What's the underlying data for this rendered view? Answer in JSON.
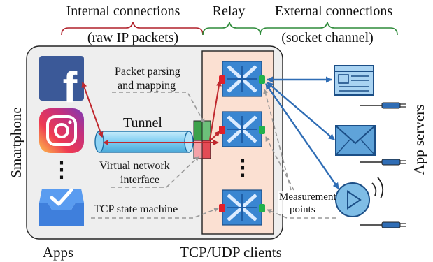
{
  "headers": {
    "internal_line1": "Internal connections",
    "internal_line2": "(raw IP packets)",
    "relay": "Relay",
    "external_line1": "External connections",
    "external_line2": "(socket channel)"
  },
  "side_labels": {
    "left": "Smartphone",
    "right": "App servers"
  },
  "bottom_labels": {
    "apps": "Apps",
    "clients": "TCP/UDP clients"
  },
  "annotations": {
    "packet_parsing_line1": "Packet parsing",
    "packet_parsing_line2": "and mapping",
    "tunnel": "Tunnel",
    "vni_line1": "Virtual network",
    "vni_line2": "interface",
    "tcp_state_machine": "TCP state machine",
    "measurement_line1": "Measurement",
    "measurement_line2": "points"
  },
  "ellipsis": "⋮",
  "apps": [
    {
      "name": "facebook",
      "glyph": "f"
    },
    {
      "name": "instagram",
      "glyph": ""
    },
    {
      "name": "inbox",
      "glyph": ""
    }
  ],
  "colors": {
    "internal_brace": "#b0202a",
    "relay_brace": "#2e8b3a",
    "external_brace": "#2e8b3a",
    "internal_arrow": "#c0282e",
    "external_arrow": "#2f6db5",
    "relay_bg": "#fbe0d2",
    "phone_bg": "#eeeeee",
    "tunnel_fill": "#8fd3f4",
    "tunnel_green": "#3ca14a",
    "tunnel_red": "#e34b55",
    "client_tile": "#3a86d1",
    "red_port": "#e0202a",
    "green_port": "#22b14c",
    "server_icon": "#5fa3d9"
  }
}
